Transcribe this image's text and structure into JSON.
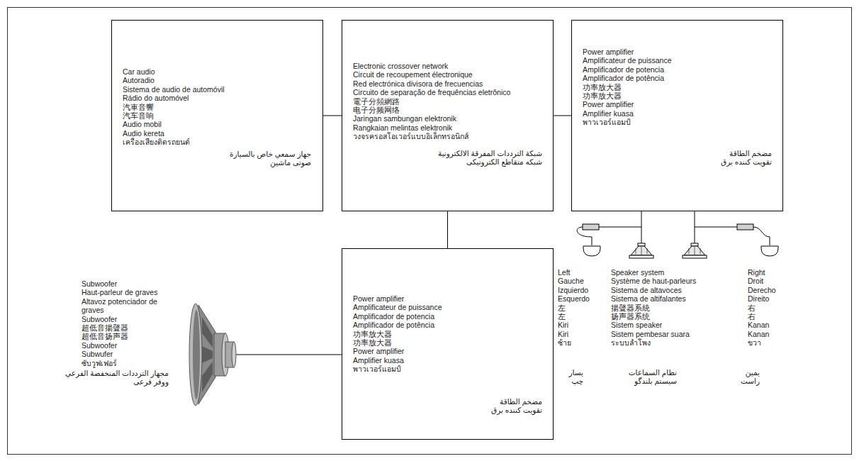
{
  "diagram": {
    "nodes": [
      {
        "text": [
          "Car audio",
          "Autoradio",
          "Sistema de audio de automóvil",
          "Rádio do automóvel",
          "汽車音響",
          "汽车音响",
          "Audio mobil",
          "Audio kereta",
          "เครื่องเสียงติดรถยนต์",
          "جهاز سمعي خاص بالسيارة",
          "صوتی ماشین"
        ]
      },
      {
        "text": [
          "Electronic crossover network",
          "Circuit de recoupement électronique",
          "Red electrónica divisora de frecuencias",
          "Circuito de separação de frequências eletrônico",
          "電子分頻網路",
          "电子分频网络",
          "Jaringan sambungan elektronik",
          "Rangkaian melintas elektronik",
          "วงจรครอสโอเวอร์แบบอิเล็กทรอนิกส์",
          "شبكة الترددات المفرقة الالكترونية",
          "شبکه متقاطع الکترونیکی"
        ]
      },
      {
        "text": [
          "Power amplifier",
          "Amplificateur de puissance",
          "Amplificador de potencia",
          "Amplificador de potência",
          "功率放大器",
          "功率放大器",
          "Power amplifier",
          "Amplifier kuasa",
          "พาวเวอร์แอมป์",
          "مضخم الطاقة",
          "تقویت کننده برق"
        ]
      },
      {
        "text": [
          "Power amplifier",
          "Amplificateur de puissance",
          "Amplificador de potencia",
          "Amplificador de potência",
          "功率放大器",
          "功率放大器",
          "Power amplifier",
          "Amplifier kuasa",
          "พาวเวอร์แอมป์",
          "مضخم الطاقة",
          "تقویت کننده برق"
        ]
      }
    ],
    "edges": [
      {
        "from": 0,
        "to": 1,
        "arrow": "none"
      },
      {
        "from": 1,
        "to": 2,
        "arrow": "none"
      },
      {
        "from": 1,
        "to": 3,
        "arrow": "none"
      }
    ],
    "labels": [
      "Left",
      "Gauche",
      "Izquierdo",
      "Esquerdo",
      "左",
      "左",
      "Kiri",
      "Kiri",
      "ซ้าย",
      "يسار",
      "چپ",
      "Speaker system",
      "Système de haut-parleurs",
      "Sistema de altavoces",
      "Sistema de altifalantes",
      "揚聲器系統",
      "扬声器系统",
      "Sistem speaker",
      "Sistem pembesar suara",
      "ระบบลำโพง",
      "نظام السماعات",
      "سیستم بلندگو",
      "Right",
      "Droit",
      "Derecho",
      "Direito",
      "右",
      "右",
      "Kanan",
      "Kanan",
      "ขวา",
      "يمين",
      "راست",
      "Subwoofer",
      "Haut-parleur de graves",
      "Altavoz potenciador de graves",
      "Subwoofer",
      "超低音揚聲器",
      "超低音扬声器",
      "Subwoofer",
      "Subwufer",
      "ซับวูฟเฟอร์",
      "مجهار الترددات المنخفضة الفرعي",
      "ووفر فرعی"
    ]
  }
}
